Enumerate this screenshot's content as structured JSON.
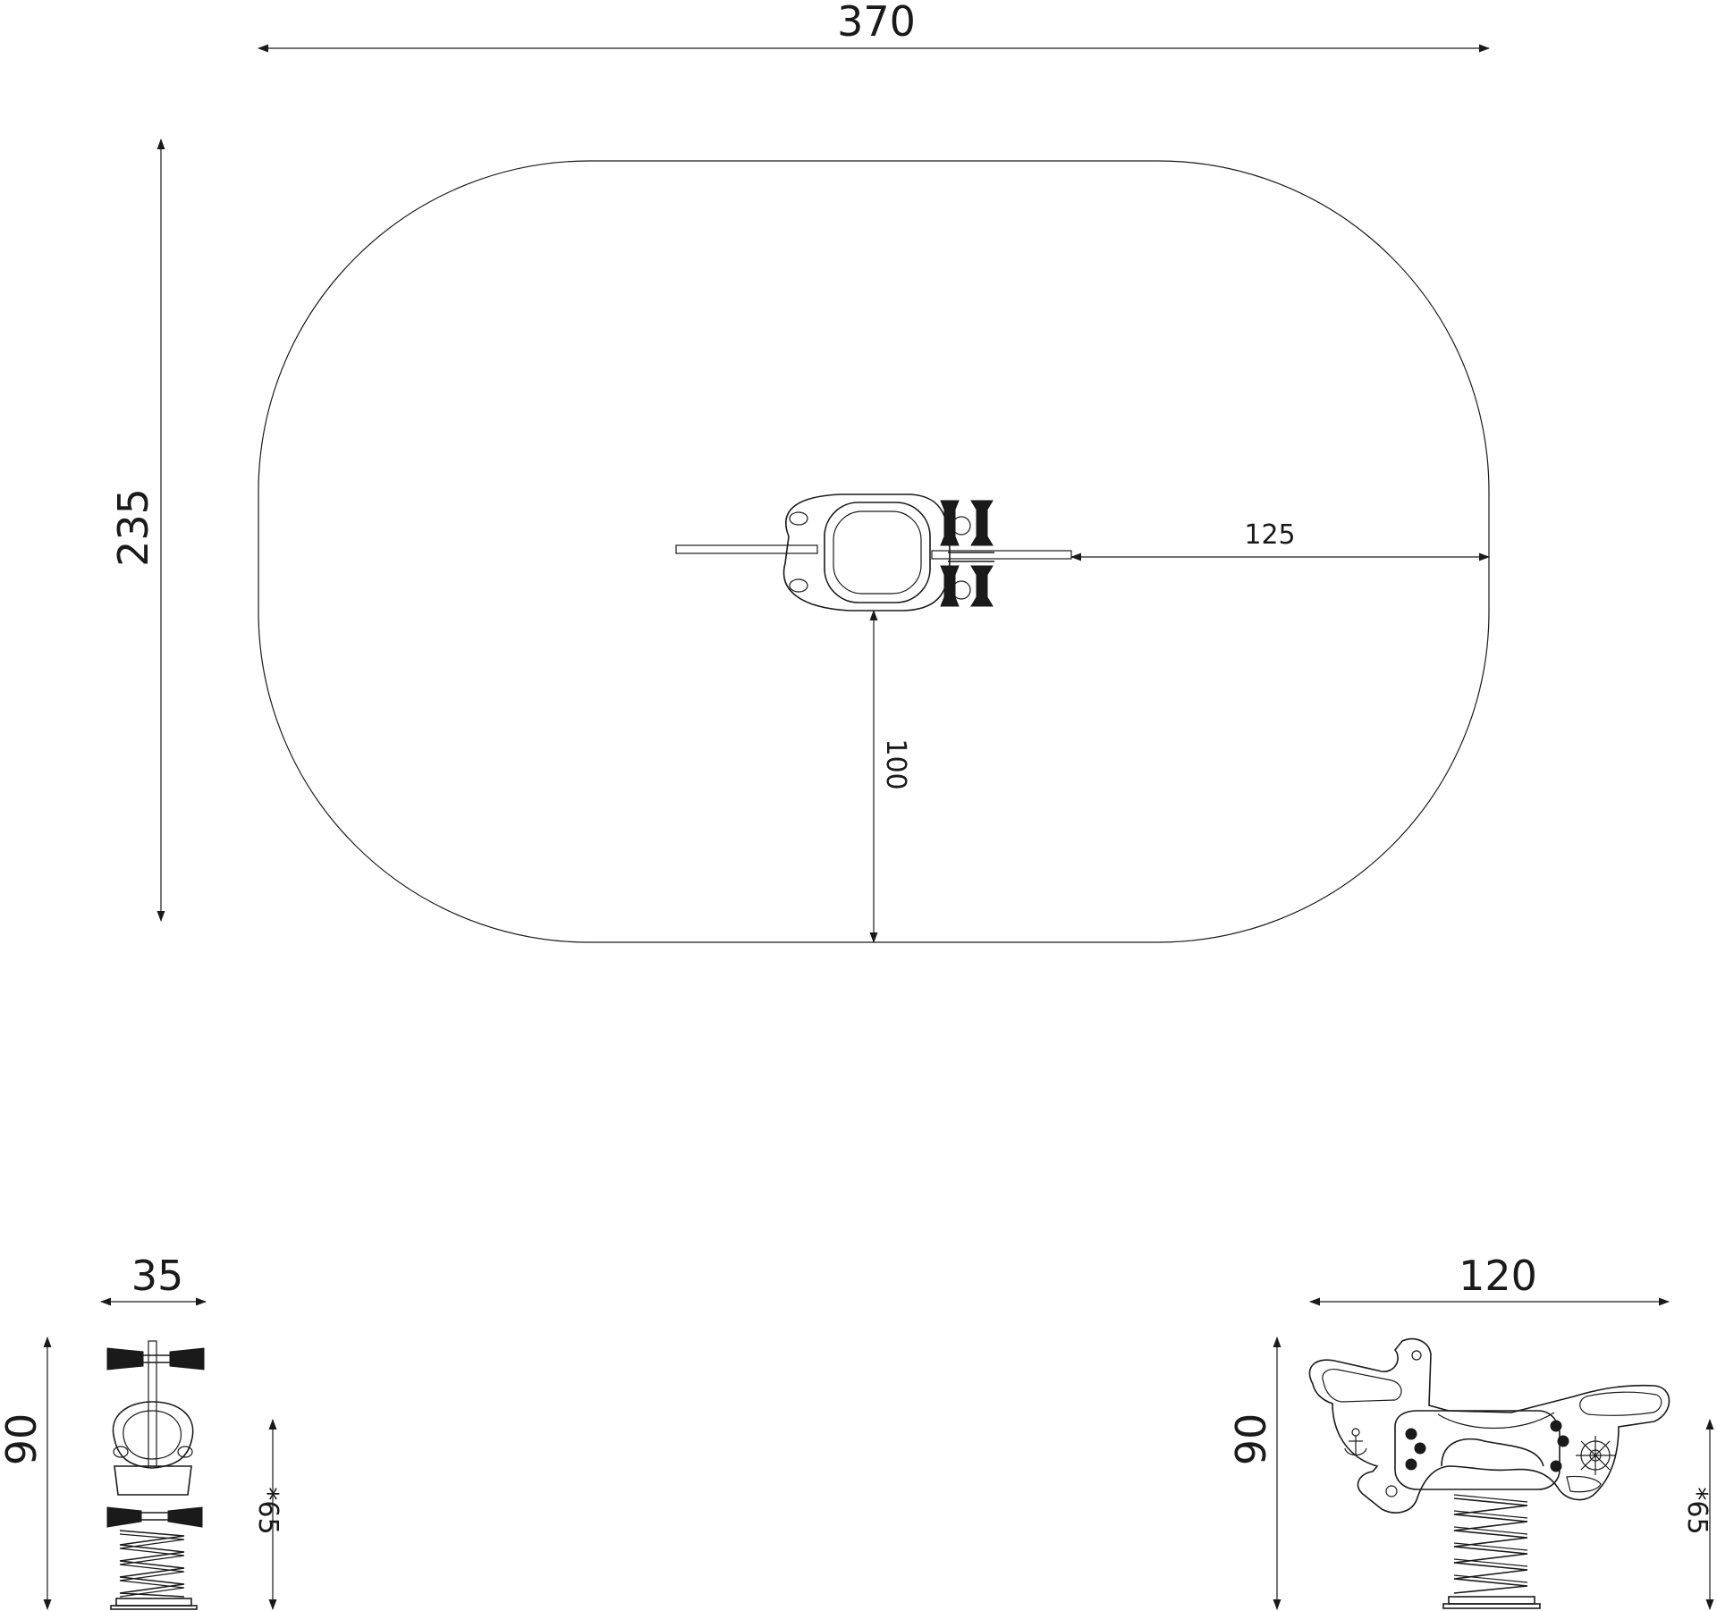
{
  "dimensions": {
    "overall_length": "370",
    "overall_width": "235",
    "dist_to_edge_x": "125",
    "dist_to_edge_y": "100",
    "front_width": "35",
    "front_height": "90",
    "front_seat_height": "*65",
    "side_length": "120",
    "side_height": "90",
    "side_seat_height": "*65"
  },
  "colors": {
    "line": "#1a1a1a",
    "background": "#ffffff"
  }
}
